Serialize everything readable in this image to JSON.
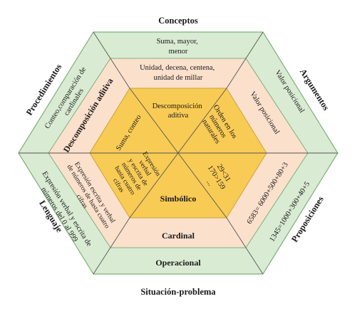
{
  "outer_labels": {
    "top": "Conceptos",
    "bottom": "Situación-problema",
    "upper_left": "Procedimientos",
    "upper_right": "Argumentos",
    "lower_left": "Lenguaje",
    "lower_right": "Proposiciones"
  },
  "green_band": {
    "top": [
      "Suma, mayor,",
      "menor"
    ],
    "bottom": "Operacional",
    "upper_left": [
      "Conteo,comparación de",
      "cardinales"
    ],
    "upper_right": "Valor posicional",
    "lower_left": [
      "Expresión verbal y escrita de",
      "números del 0 al 999"
    ],
    "lower_right": "1345=1000+300+40+5"
  },
  "peach_band": {
    "top": [
      "Unidad, decena, centena,",
      "unidad de  millar"
    ],
    "bottom": "Cardinal",
    "upper_left": "Descomposición aditiva",
    "upper_right": "Valor posicional",
    "lower_left": [
      "Expresión escrita y verbal",
      "de números de hasta cuatro",
      "cifras"
    ],
    "lower_right": "6583= 6000+500+80+3"
  },
  "core": {
    "top": [
      "Descomposición",
      "aditiva"
    ],
    "upper_left": "Suma, conteo",
    "upper_right": [
      "Orden en los",
      "números",
      "naturales"
    ],
    "lower_left": [
      "Expresión",
      "verbal",
      "y escrita de",
      "números de",
      "hasta cuatro",
      "cifras"
    ],
    "lower_right": [
      "29<31",
      "170>159",
      "..."
    ],
    "bottom": "Simbólico"
  },
  "colors": {
    "outer_fill": "#d9ebd3",
    "outer_stroke": "#7fb07a",
    "peach_fill": "#fbe0cc",
    "core_fill": "#f8cb55",
    "core_stroke": "#caa43a",
    "line": "#555555"
  }
}
